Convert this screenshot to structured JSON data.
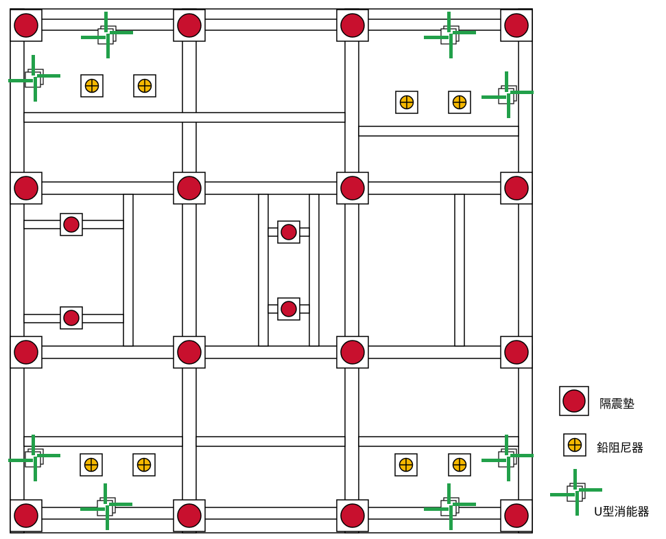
{
  "colors": {
    "isolator": "#c8102e",
    "lead_damper": "#f5b800",
    "u_damper": "#22a04a",
    "outline": "#000000",
    "fill": "#ffffff"
  },
  "legend": {
    "isolator_label": "隔震墊",
    "lead_damper_label": "鉛阻尼器",
    "u_damper_label": "U型消能器"
  },
  "counts": {
    "main_isolators": 16,
    "secondary_isolators": 4,
    "lead_dampers": 8,
    "u_dampers": 8
  },
  "icons": [
    "isolator-icon",
    "lead-damper-icon",
    "u-damper-icon"
  ]
}
